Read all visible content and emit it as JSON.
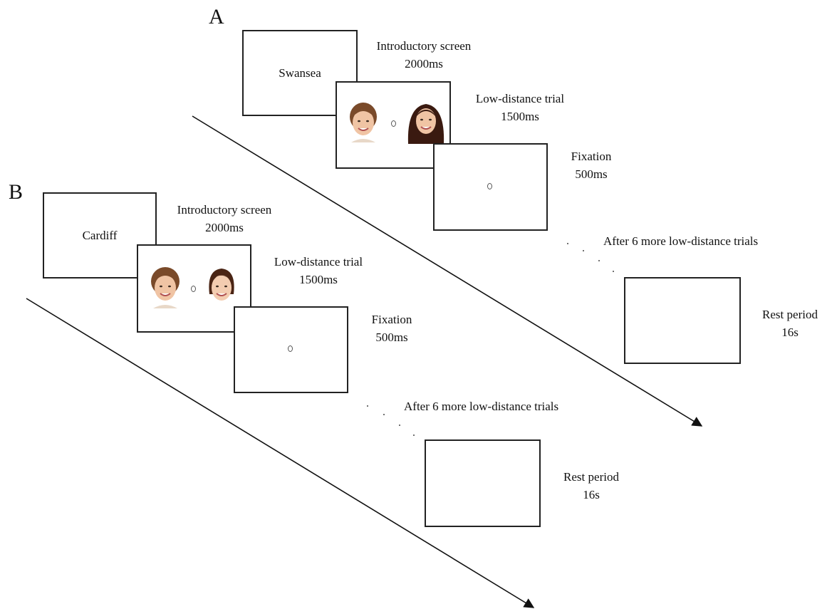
{
  "panel_a": {
    "letter": "A",
    "intro_word": "Swansea",
    "intro_caption_1": "Introductory screen",
    "intro_caption_2": "2000ms",
    "trial_caption_1": "Low-distance trial",
    "trial_caption_2": "1500ms",
    "fixation_caption_1": "Fixation",
    "fixation_caption_2": "500ms",
    "more_trials_caption": "After 6 more low-distance trials",
    "rest_caption_1": "Rest period",
    "rest_caption_2": "16s"
  },
  "panel_b": {
    "letter": "B",
    "intro_word": "Cardiff",
    "intro_caption_1": "Introductory screen",
    "intro_caption_2": "2000ms",
    "trial_caption_1": "Low-distance trial",
    "trial_caption_2": "1500ms",
    "fixation_caption_1": "Fixation",
    "fixation_caption_2": "500ms",
    "more_trials_caption": "After 6 more low-distance trials",
    "rest_caption_1": "Rest period",
    "rest_caption_2": "16s"
  },
  "colors": {
    "border": "#222222",
    "skin": "#f0c4a4",
    "hair_light": "#7a4a2a",
    "hair_dark": "#3a1a10"
  },
  "icons": {
    "face": "face-photo-icon",
    "fixation": "fixation-circle-icon",
    "arrow": "time-arrow-icon"
  }
}
